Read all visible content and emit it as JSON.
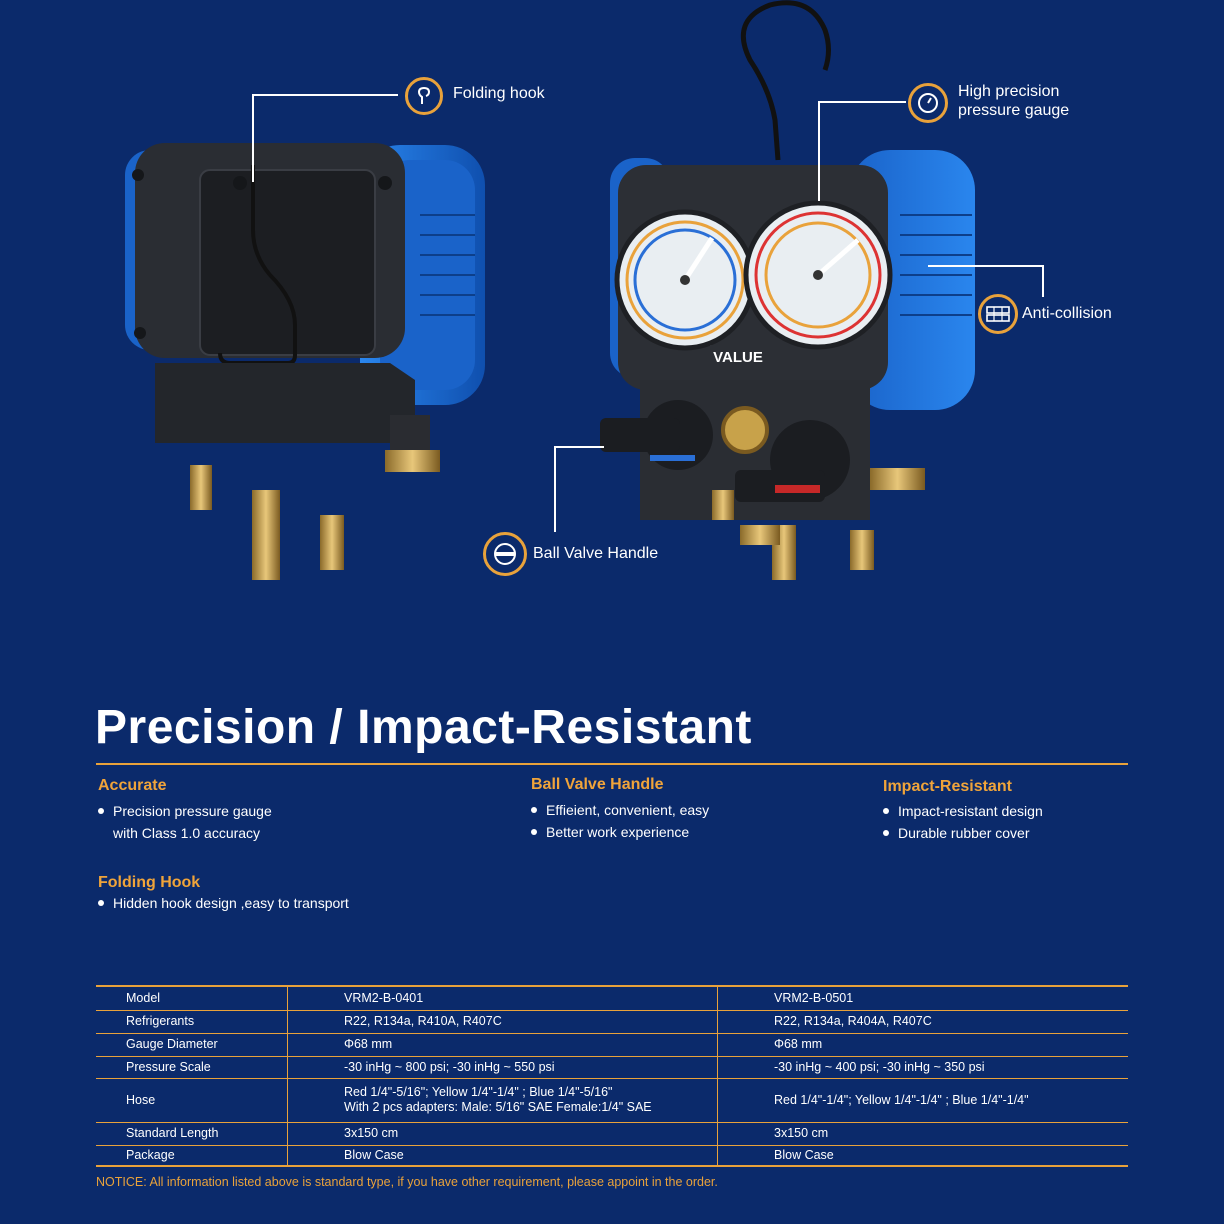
{
  "callouts": {
    "folding_hook": "Folding hook",
    "high_precision_1": "High precision",
    "high_precision_2": "pressure gauge",
    "anti_collision": "Anti-collision",
    "ball_valve_handle": "Ball Valve Handle"
  },
  "product": {
    "brand_logo": "VALUE"
  },
  "title": "Precision / Impact-Resistant",
  "features": {
    "accurate": {
      "title": "Accurate",
      "items": [
        "Precision pressure gauge",
        "with Class 1.0 accuracy"
      ]
    },
    "ball_valve": {
      "title": "Ball Valve Handle",
      "items": [
        "Effieient, convenient, easy",
        "Better work experience"
      ]
    },
    "impact": {
      "title": "Impact-Resistant",
      "items": [
        "Impact-resistant design",
        "Durable rubber cover"
      ]
    },
    "folding": {
      "title": "Folding Hook",
      "items": [
        "Hidden hook design ,easy to transport"
      ]
    }
  },
  "spec_table": {
    "rows": [
      {
        "label": "Model",
        "a": "VRM2-B-0401",
        "b": "VRM2-B-0501"
      },
      {
        "label": "Refrigerants",
        "a": "R22, R134a, R410A, R407C",
        "b": "R22, R134a, R404A, R407C"
      },
      {
        "label": "Gauge Diameter",
        "a": "Φ68 mm",
        "b": "Φ68 mm"
      },
      {
        "label": "Pressure Scale",
        "a": "-30 inHg ~ 800 psi; -30 inHg ~ 550 psi",
        "b": "-30 inHg ~ 400 psi; -30 inHg ~ 350 psi"
      },
      {
        "label": "Hose",
        "a": "Red 1/4\"-5/16\";  Yellow 1/4\"-1/4\" ; Blue 1/4\"-5/16\"",
        "a2": "With 2 pcs adapters: Male: 5/16\" SAE  Female:1/4\" SAE",
        "b": "Red 1/4\"-1/4\";  Yellow 1/4\"-1/4\" ; Blue 1/4\"-1/4\""
      },
      {
        "label": "Standard Length",
        "a": "3x150 cm",
        "b": "3x150 cm"
      },
      {
        "label": "Package",
        "a": "Blow Case",
        "b": "Blow Case"
      }
    ]
  },
  "notice": "NOTICE: All information listed above is standard type, if you have other requirement, please appoint in the order.",
  "colors": {
    "background": "#0b2a6b",
    "accent": "#e9a23b",
    "feature_title": "#f0a43a",
    "rubber_blue": "#1f6fd6"
  },
  "icons": [
    "hook-icon",
    "gauge-icon",
    "anti-collision-icon",
    "ball-valve-icon"
  ]
}
